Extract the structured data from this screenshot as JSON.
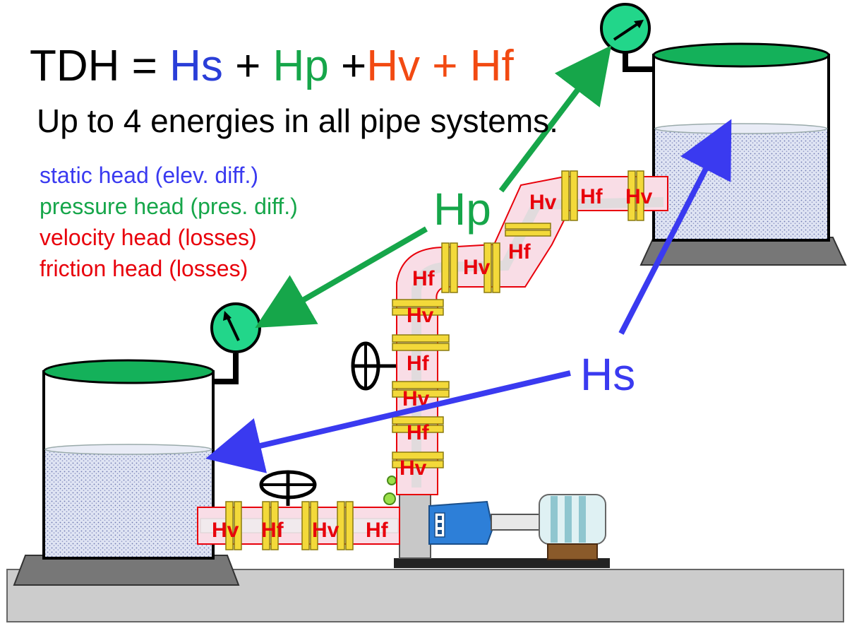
{
  "equation": {
    "lhs": "TDH = ",
    "hs": "Hs",
    "plus1": " + ",
    "hp": "Hp",
    "plus2": " +",
    "hv": "Hv",
    "plus3": " + ",
    "hf": "Hf"
  },
  "subtitle": "Up to 4 energies in all pipe systems.",
  "legend": {
    "static": "static head (elev. diff.)",
    "pressure": "pressure head (pres. diff.)",
    "velocity": "velocity head (losses)",
    "friction": "friction head (losses)"
  },
  "labels": {
    "hp": "Hp",
    "hs": "Hs"
  },
  "pipe_labels": {
    "bottom": [
      "Hv",
      "Hf",
      "Hv",
      "Hf"
    ],
    "vertical": [
      "Hv",
      "Hf",
      "Hv",
      "Hf",
      "Hv"
    ],
    "top": [
      "Hf",
      "Hv",
      "Hf",
      "Hv",
      "Hf",
      "Hv"
    ]
  },
  "colors": {
    "static": "#3a3af0",
    "pressure": "#16a64a",
    "velocity": "#e8000b",
    "friction": "#e8000b",
    "equation_hv_hf": "#f24a12",
    "tank_top": "#14b15a",
    "gauge": "#22d68a",
    "pipe_fill": "#f9dde6",
    "flange": "#f3d93a",
    "pump": "#2d7fd8"
  }
}
